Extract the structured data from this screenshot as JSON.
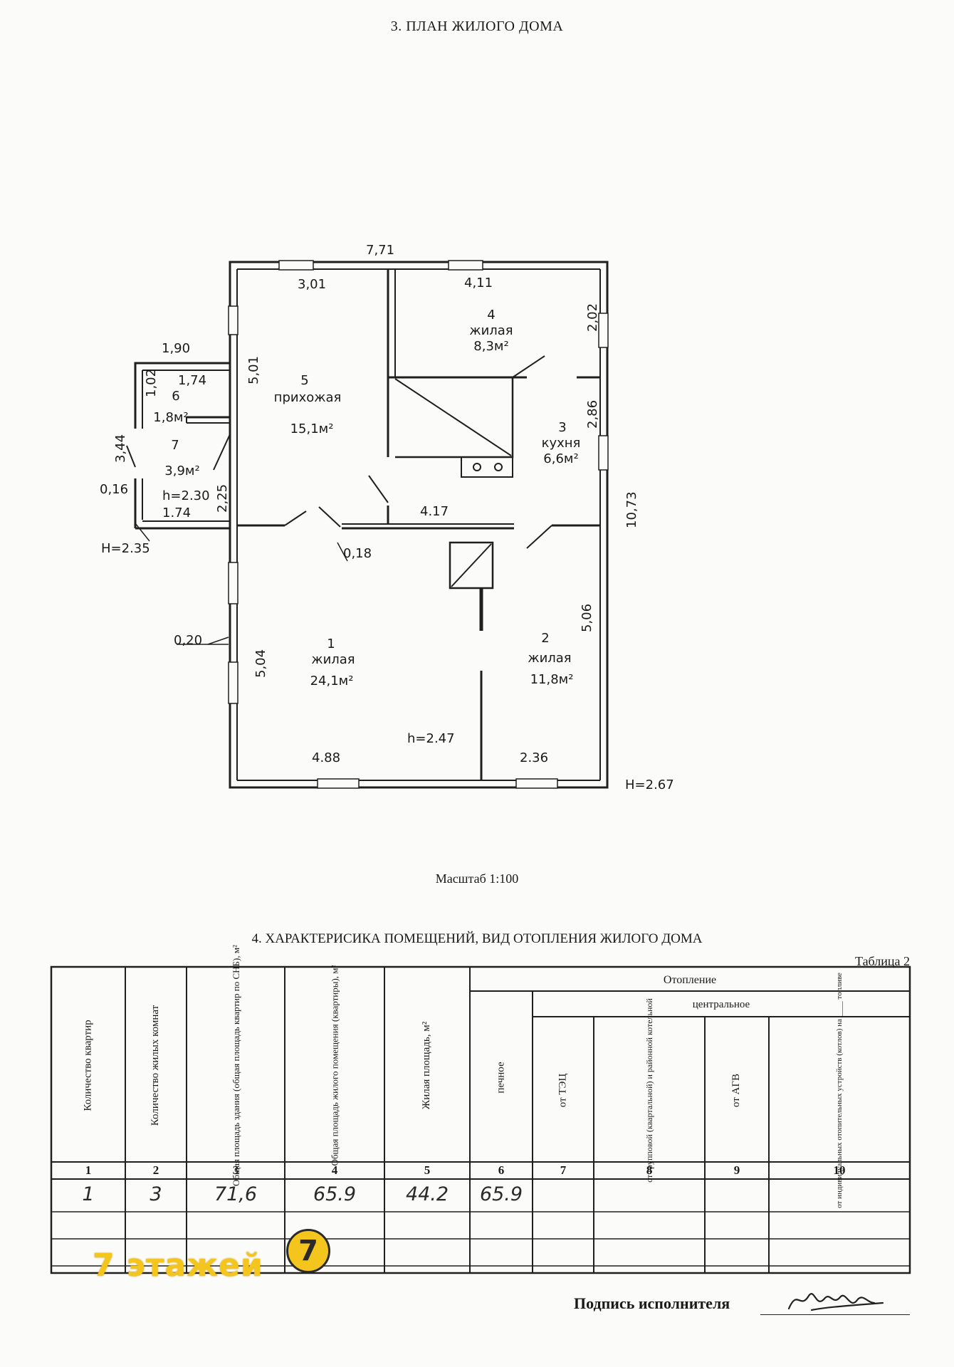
{
  "document": {
    "plan_title": "3. ПЛАН ЖИЛОГО ДОМА",
    "scale": "Масштаб 1:100",
    "table_title": "4. ХАРАКТЕРИСИКА ПОМЕЩЕНИЙ, ВИД ОТОПЛЕНИЯ ЖИЛОГО ДОМА",
    "table_label": "Таблица 2",
    "signature_label": "Подпись исполнителя",
    "watermark_text": "7 этажей",
    "watermark_badge": "7"
  },
  "plan": {
    "dimensions": {
      "top_total": "7,71",
      "right_total": "10,73",
      "room5_width": "3,01",
      "room4_width": "4,11",
      "room4_depth": "2,02",
      "room3_depth": "2,86",
      "room5_depth": "5,01",
      "vest_width": "1,90",
      "room6_width": "1,74",
      "room6_depth": "1,02",
      "vest_depth": "3,44",
      "vest_wall": "0,16",
      "vest_bottom": "1.74",
      "room7_height": "2,25",
      "corridor_wall": "4.17",
      "partition": "0,18",
      "room2_depth": "5,06",
      "outer_wall": "0,20",
      "room1_depth": "5,04",
      "room1_width": "4.88",
      "room2_width": "2.36"
    },
    "heights": {
      "main": "H=2.67",
      "vestibule": "H=2.35",
      "room7": "h=2.30",
      "rooms": "h=2.47"
    },
    "rooms": [
      {
        "num": "1",
        "type": "жилая",
        "area": "24,1м²"
      },
      {
        "num": "2",
        "type": "жилая",
        "area": "11,8м²"
      },
      {
        "num": "3",
        "type": "кухня",
        "area": "6,6м²"
      },
      {
        "num": "4",
        "type": "жилая",
        "area": "8,3м²"
      },
      {
        "num": "5",
        "type": "прихожая",
        "area": "15,1м²"
      },
      {
        "num": "6",
        "type": "",
        "area": "1,8м²"
      },
      {
        "num": "7",
        "type": "",
        "area": "3,9м²"
      }
    ]
  },
  "table": {
    "heating_header": "Отопление",
    "central_header": "центральное",
    "columns": [
      {
        "num": "1",
        "header": "Количество квартир"
      },
      {
        "num": "2",
        "header": "Количество жилых комнат"
      },
      {
        "num": "3",
        "header": "Общая площадь здания (общая площадь квартир по СНБ), м²"
      },
      {
        "num": "4",
        "header": "Общая площадь жилого помещения (квартиры), м²"
      },
      {
        "num": "5",
        "header": "Жилая площадь, м²"
      },
      {
        "num": "6",
        "header": "печное"
      },
      {
        "num": "7",
        "header": "от ТЭЦ"
      },
      {
        "num": "8",
        "header": "от групповой (квартальной) и районной котельной"
      },
      {
        "num": "9",
        "header": "от АГВ"
      },
      {
        "num": "10",
        "header": "от индивидуальных отопительных устройств (котлов) на ____ топливе"
      }
    ],
    "row": [
      "1",
      "3",
      "71,6",
      "65.9",
      "44.2",
      "65.9",
      "",
      "",
      "",
      ""
    ]
  }
}
